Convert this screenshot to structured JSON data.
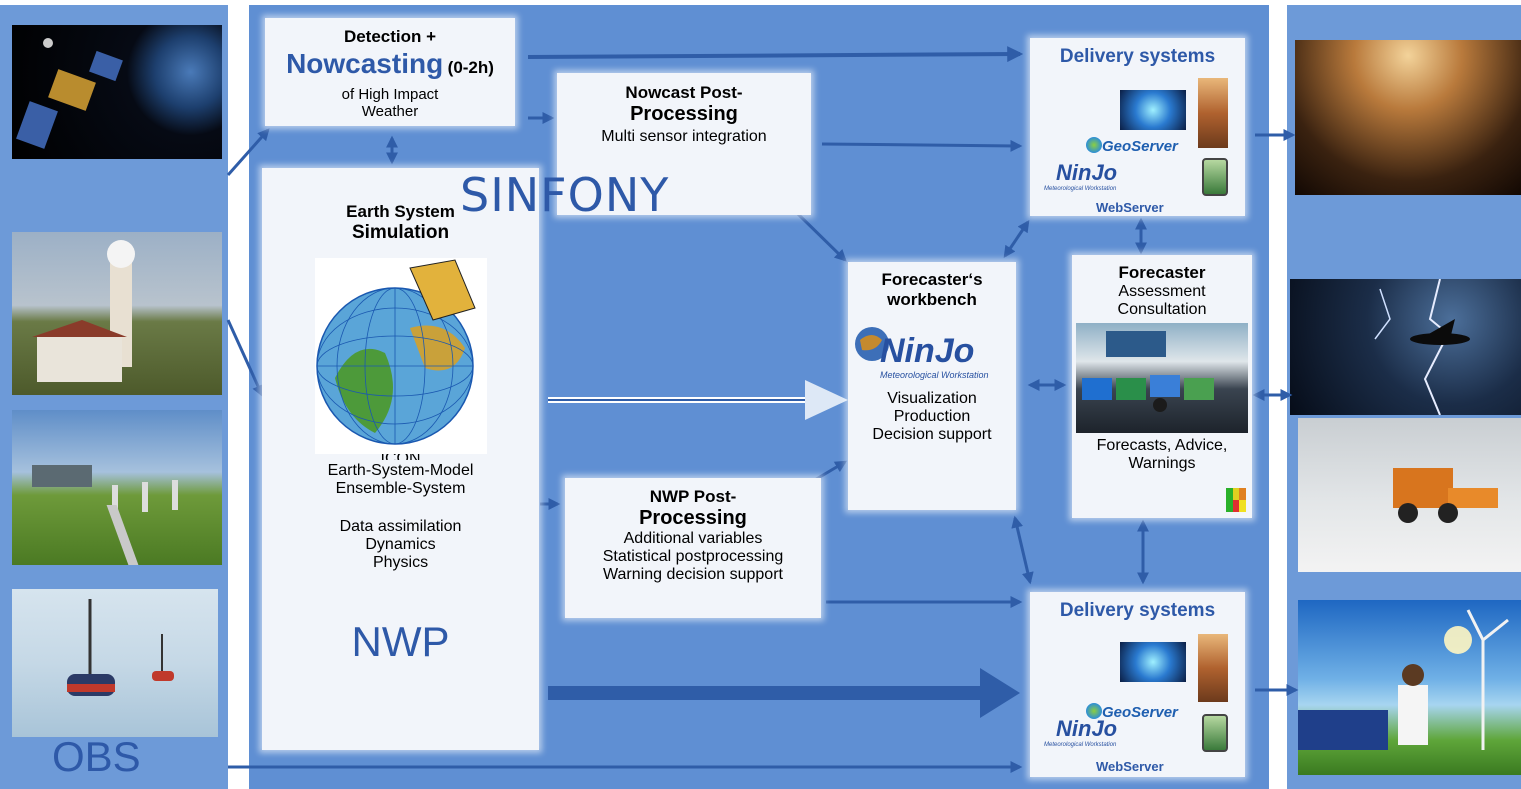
{
  "detection": {
    "line1": "Detection +",
    "big": "Nowcasting",
    "range": "(0-2h)",
    "line3": "of High Impact",
    "line4": "Weather"
  },
  "nowcast_pp": {
    "line1": "Nowcast Post-",
    "line2": "Processing",
    "line3": "Multi sensor integration"
  },
  "sinfony_logo": "SINFONY",
  "earth": {
    "title1": "Earth System",
    "title2": "Simulation",
    "icon_partial": "ICON",
    "lines": [
      "Earth-System-Model",
      "Ensemble-System"
    ],
    "lines2": [
      "Data assimilation",
      "Dynamics",
      "Physics"
    ],
    "nwp": "NWP"
  },
  "nwp_pp": {
    "line1": "NWP Post-",
    "line2": "Processing",
    "lines": [
      "Additional variables",
      "Statistical postprocessing",
      "Warning decision support"
    ]
  },
  "workbench": {
    "title1": "Forecaster‘s",
    "title2": "workbench",
    "logo": "NinJo",
    "logo_sub": "Meteorological Workstation",
    "lines": [
      "Visualization",
      "Production",
      "Decision support"
    ]
  },
  "forecaster": {
    "title": "Forecaster",
    "lines": [
      "Assessment",
      "Consultation"
    ],
    "bottom": [
      "Forecasts, Advice,",
      "Warnings"
    ]
  },
  "delivery_top": {
    "title": "Delivery systems",
    "geoserver": "GeoServer",
    "ninjo": "NinJo",
    "ninjo_sub": "Meteorological Workstation",
    "webserver": "WebServer"
  },
  "delivery_bottom": {
    "title": "Delivery systems",
    "geoserver": "GeoServer",
    "ninjo": "NinJo",
    "ninjo_sub": "Meteorological Workstation",
    "webserver": "WebServer"
  },
  "obs": "OBS",
  "colors": {
    "panel": "#6d9ad8",
    "mid_panel": "#5f8fd3",
    "arrow": "#2f5da8",
    "title_blue": "#2e59a8"
  }
}
